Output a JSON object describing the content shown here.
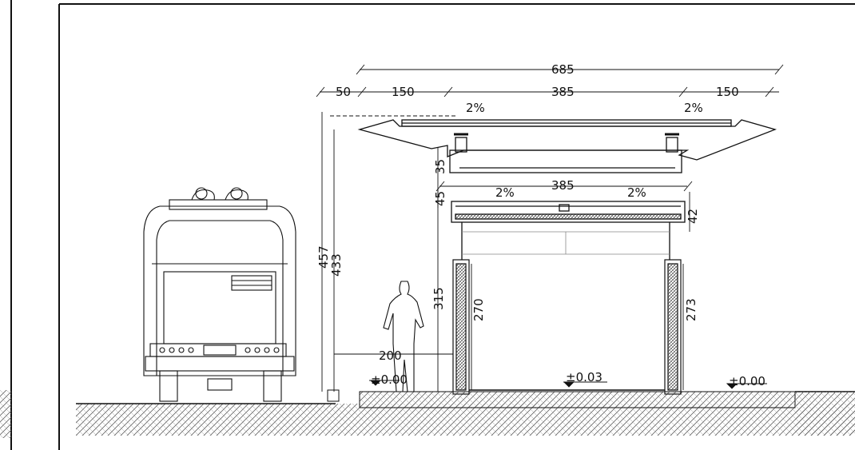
{
  "dims": {
    "total_width": "685",
    "left_cantilever": "50",
    "left_span": "150",
    "mid_span_top": "385",
    "right_span": "150",
    "mid_span_lower": "385",
    "slope_left_top": "2%",
    "slope_right_top": "2%",
    "slope_left_lower": "2%",
    "slope_right_lower": "2%",
    "roof_depth_a": "45",
    "roof_depth_b": "35",
    "roof_depth_right": "42",
    "bus_height_outer": "457",
    "bus_height_inner": "433",
    "height_315": "315",
    "height_270": "270",
    "height_273": "273",
    "clearance": "200"
  },
  "levels": {
    "left": "±0.00",
    "middle": "±0.03",
    "right": "±0.00"
  },
  "colors": {
    "line": "#111111",
    "hatch": "#555555",
    "background": "#ffffff"
  }
}
